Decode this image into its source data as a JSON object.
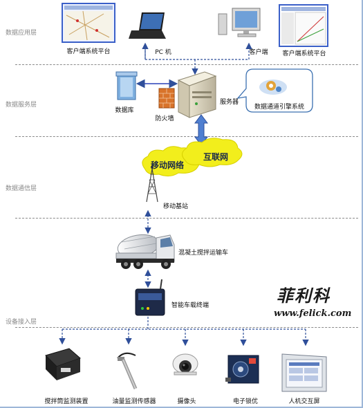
{
  "layers": {
    "application": "数据应用层",
    "service": "数据服务层",
    "communication": "数据通信层",
    "device_access": "设备接入层"
  },
  "nodes": {
    "client_platform_left": "客户端系统平台",
    "pc": "PC 机",
    "client": "客户端",
    "client_platform_right": "客户端系统平台",
    "database": "数据库",
    "firewall": "防火墙",
    "server": "服务器",
    "engine": "数据通道引擎系统",
    "mobile_network": "移动网络",
    "internet": "互联网",
    "base_station": "移动基站",
    "truck": "混凝土搅拌运输车",
    "terminal": "智能车载终端",
    "drum_monitor": "搅拌筒监测装置",
    "oil_sensor": "油量监测传感器",
    "camera": "摄像头",
    "ecu": "电子锁优",
    "hmi": "人机交互屏"
  },
  "watermark": {
    "brand": "菲利科",
    "url": "www.felick.com"
  },
  "colors": {
    "arrow_blue": "#2f4f9a",
    "network_cloud": "#f2ee1c",
    "separator": "#8a8a8a"
  }
}
